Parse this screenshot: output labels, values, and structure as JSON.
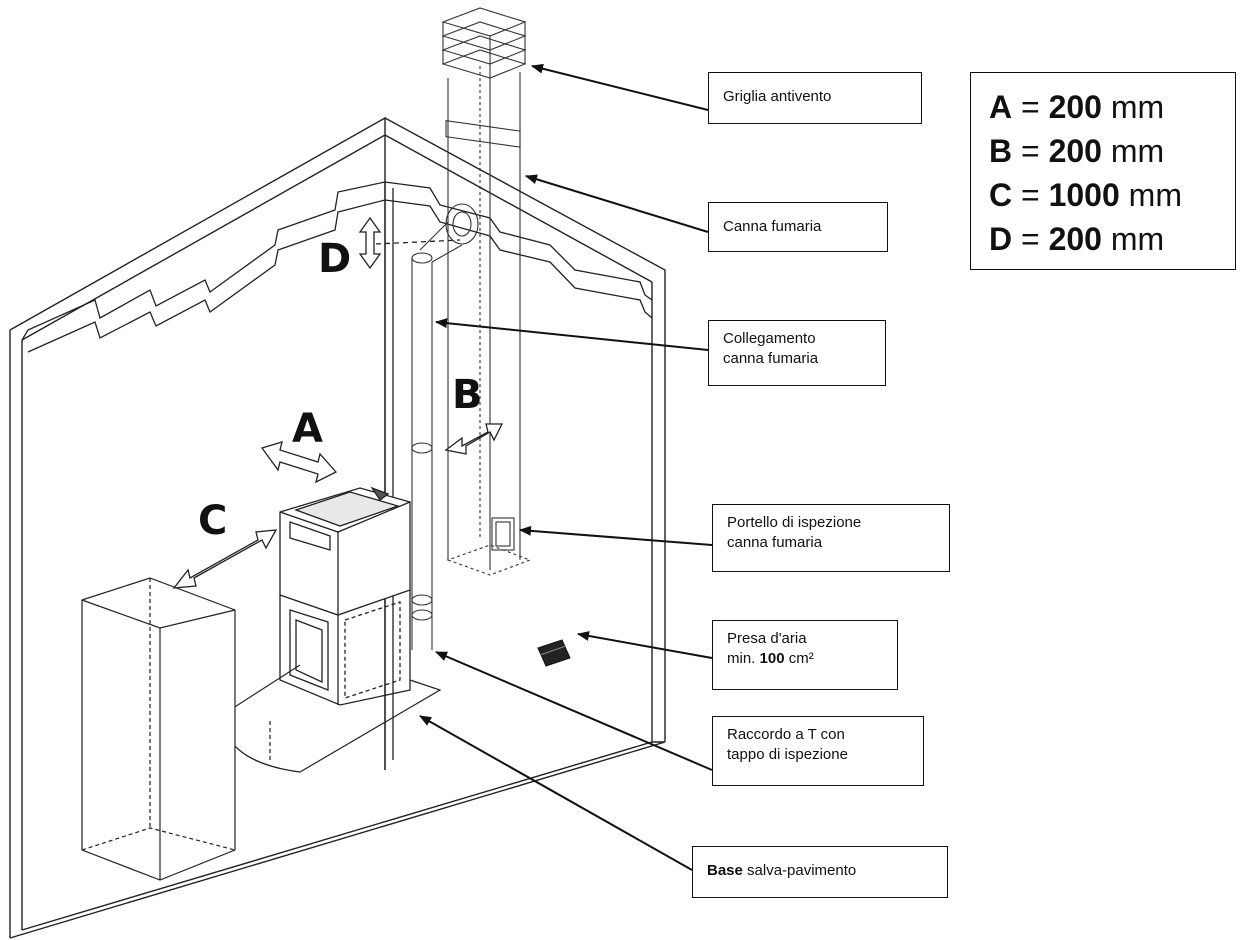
{
  "dimensions": [
    {
      "key": "A",
      "eq": "=",
      "value": "200",
      "unit": "mm"
    },
    {
      "key": "B",
      "eq": "=",
      "value": "200",
      "unit": "mm"
    },
    {
      "key": "C",
      "eq": "=",
      "value": "1000",
      "unit": "mm"
    },
    {
      "key": "D",
      "eq": "=",
      "value": "200",
      "unit": "mm"
    }
  ],
  "letters": {
    "a": "A",
    "b": "B",
    "c": "C",
    "d": "D"
  },
  "callouts": {
    "griglia": {
      "line1": "Griglia antivento"
    },
    "canna": {
      "line1": "Canna fumaria"
    },
    "collegamento": {
      "line1": "Collegamento",
      "line2": "canna fumaria"
    },
    "portello": {
      "line1": "Portello di ispezione",
      "line2": "canna fumaria"
    },
    "presa": {
      "line1": "Presa d'aria",
      "line2_prefix": "min. ",
      "line2_value": "100",
      "line2_unit": " cm²"
    },
    "raccordo": {
      "line1": "Raccordo a T con",
      "line2": "tappo di ispezione"
    },
    "base": {
      "bold": "Base",
      "rest": " salva-pavimento"
    }
  }
}
